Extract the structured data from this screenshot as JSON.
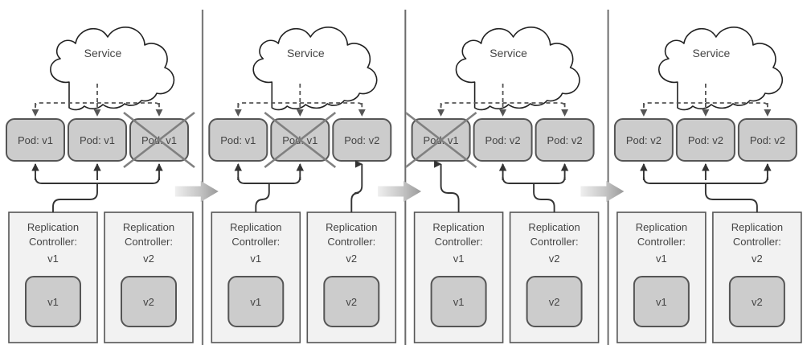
{
  "diagram": {
    "title": "Kubernetes Rolling Update",
    "colors": {
      "pod_fill": "#cccccc",
      "pod_stroke": "#555555",
      "rc_fill": "#f2f2f2",
      "rc_stroke": "#555555",
      "rc_inner_fill": "#cccccc",
      "cloud_fill": "#ffffff",
      "cloud_stroke": "#222222",
      "text": "#444444",
      "divider": "#666666",
      "arrow_light": "#e8e8e8",
      "arrow_dark": "#9a9a9a",
      "connector": "#333333"
    },
    "labels": {
      "service": "Service",
      "pod_v1": "Pod: v1",
      "pod_v2": "Pod: v2",
      "rc_line1": "Replication",
      "rc_line2": "Controller:",
      "v1": "v1",
      "v2": "v2"
    },
    "panels": [
      {
        "index": 1,
        "service": "Service",
        "pods": [
          {
            "label": "Pod: v1",
            "version": "v1",
            "terminating": false,
            "owner": "v1"
          },
          {
            "label": "Pod: v1",
            "version": "v1",
            "terminating": false,
            "owner": "v1"
          },
          {
            "label": "Pod: v1",
            "version": "v1",
            "terminating": true,
            "owner": "v1"
          }
        ],
        "controllers": [
          {
            "line1": "Replication",
            "line2": "Controller:",
            "version": "v1",
            "template": "v1"
          },
          {
            "line1": "Replication",
            "line2": "Controller:",
            "version": "v2",
            "template": "v2"
          }
        ],
        "bus": {
          "from_pod": 1,
          "to_pod": 3,
          "riser_to": "v1"
        },
        "single_links": []
      },
      {
        "index": 2,
        "service": "Service",
        "pods": [
          {
            "label": "Pod: v1",
            "version": "v1",
            "terminating": false,
            "owner": "v1"
          },
          {
            "label": "Pod: v1",
            "version": "v1",
            "terminating": true,
            "owner": "v1"
          },
          {
            "label": "Pod: v2",
            "version": "v2",
            "terminating": false,
            "owner": "v2"
          }
        ],
        "controllers": [
          {
            "line1": "Replication",
            "line2": "Controller:",
            "version": "v1",
            "template": "v1"
          },
          {
            "line1": "Replication",
            "line2": "Controller:",
            "version": "v2",
            "template": "v2"
          }
        ],
        "bus": {
          "from_pod": 1,
          "to_pod": 2,
          "riser_to": "v1"
        },
        "single_links": [
          {
            "pod": 3,
            "to": "v2"
          }
        ]
      },
      {
        "index": 3,
        "service": "Service",
        "pods": [
          {
            "label": "Pod: v1",
            "version": "v1",
            "terminating": true,
            "owner": "v1"
          },
          {
            "label": "Pod: v2",
            "version": "v2",
            "terminating": false,
            "owner": "v2"
          },
          {
            "label": "Pod: v2",
            "version": "v2",
            "terminating": false,
            "owner": "v2"
          }
        ],
        "controllers": [
          {
            "line1": "Replication",
            "line2": "Controller:",
            "version": "v1",
            "template": "v1"
          },
          {
            "line1": "Replication",
            "line2": "Controller:",
            "version": "v2",
            "template": "v2"
          }
        ],
        "bus": {
          "from_pod": 2,
          "to_pod": 3,
          "riser_to": "v2"
        },
        "single_links": [
          {
            "pod": 1,
            "to": "v1"
          }
        ]
      },
      {
        "index": 4,
        "service": "Service",
        "pods": [
          {
            "label": "Pod: v2",
            "version": "v2",
            "terminating": false,
            "owner": "v2"
          },
          {
            "label": "Pod: v2",
            "version": "v2",
            "terminating": false,
            "owner": "v2"
          },
          {
            "label": "Pod: v2",
            "version": "v2",
            "terminating": false,
            "owner": "v2"
          }
        ],
        "controllers": [
          {
            "line1": "Replication",
            "line2": "Controller:",
            "version": "v1",
            "template": "v1"
          },
          {
            "line1": "Replication",
            "line2": "Controller:",
            "version": "v2",
            "template": "v2"
          }
        ],
        "bus": {
          "from_pod": 1,
          "to_pod": 3,
          "riser_to": "v2"
        },
        "single_links": []
      }
    ],
    "step_arrows": [
      {
        "after_panel": 1
      },
      {
        "after_panel": 2
      },
      {
        "after_panel": 3
      }
    ],
    "dividers": [
      {
        "after_panel": 1
      },
      {
        "after_panel": 2
      },
      {
        "after_panel": 3
      }
    ]
  }
}
